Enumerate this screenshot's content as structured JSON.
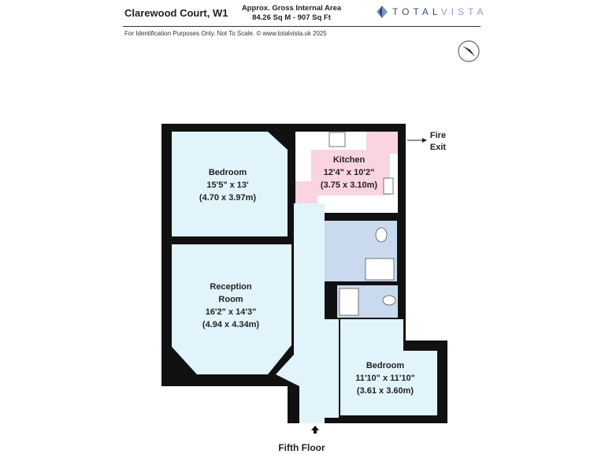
{
  "header": {
    "property_name": "Clarewood Court, W1",
    "area_line1": "Approx. Gross Internal Area",
    "area_line2": "84.26 Sq M - 907 Sq Ft",
    "logo_part1": "TOTAL",
    "logo_part2": "VISTA",
    "disclaimer": "For Identification Purposes Only. Not To Scale. © www.totalvista.uk  2025"
  },
  "rooms": {
    "bedroom1": {
      "name": "Bedroom",
      "imperial": "15'5\" x 13'",
      "metric": "(4.70 x 3.97m)"
    },
    "kitchen": {
      "name": "Kitchen",
      "imperial": "12'4\" x 10'2\"",
      "metric": "(3.75 x 3.10m)"
    },
    "reception": {
      "name1": "Reception",
      "name2": "Room",
      "imperial": "16'2\" x 14'3\"",
      "metric": "(4.94 x 4.34m)"
    },
    "bedroom2": {
      "name": "Bedroom",
      "imperial": "11'10\" x 11'10\"",
      "metric": "(3.61 x 3.60m)"
    }
  },
  "fire_exit": {
    "line1": "Fire",
    "line2": "Exit"
  },
  "floor_label": "Fifth Floor",
  "colors": {
    "room": "#e2f4fb",
    "kitchen": "#fad4e0",
    "bathroom": "#c9d9ee",
    "wall": "#111111"
  }
}
